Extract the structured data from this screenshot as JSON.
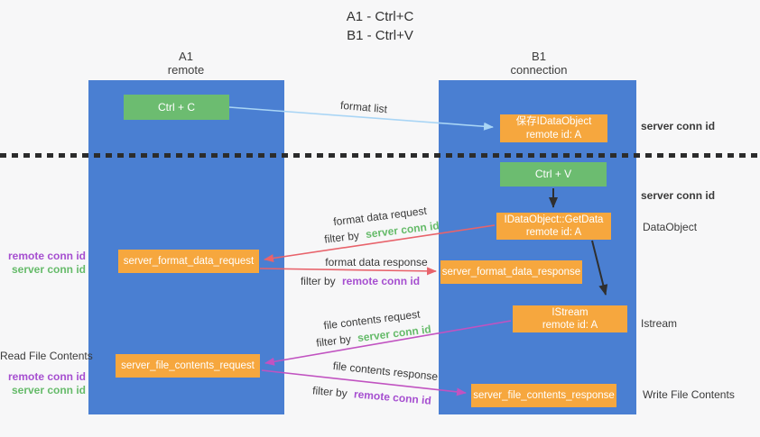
{
  "title": {
    "line1": "A1 - Ctrl+C",
    "line2": "B1 - Ctrl+V"
  },
  "columns": {
    "left": {
      "name": "A1",
      "role": "remote"
    },
    "right": {
      "name": "B1",
      "role": "connection"
    }
  },
  "boxes": {
    "ctrl_c": {
      "label": "Ctrl + C"
    },
    "save_dataobject": {
      "label": "保存IDataObject",
      "sublabel": "remote id: A"
    },
    "ctrl_v": {
      "label": "Ctrl + V"
    },
    "getdata": {
      "label": "IDataObject::GetData",
      "sublabel": "remote id: A"
    },
    "format_request": {
      "label": "server_format_data_request"
    },
    "format_response": {
      "label": "server_format_data_response"
    },
    "istream": {
      "label": "IStream",
      "sublabel": "remote id: A"
    },
    "file_request": {
      "label": "server_file_contents_request"
    },
    "file_response": {
      "label": "server_file_contents_response"
    }
  },
  "flow_labels": {
    "format_list": "format list",
    "format_data_request": "format data request",
    "format_data_response": "format data response",
    "file_contents_request": "file contents request",
    "file_contents_response": "file contents response",
    "filter_by": "filter by",
    "server_conn_id": "server conn id",
    "remote_conn_id": "remote conn id"
  },
  "side_labels": {
    "server_conn_id": "server conn id",
    "remote_conn_id": "remote conn id",
    "read_file_contents": "Read File Contents",
    "write_file_contents": "Write File Contents",
    "dataobject": "DataObject",
    "istream": "Istream"
  },
  "colors": {
    "column_blue": "#4a7fd2",
    "box_green": "#6cbc70",
    "box_orange": "#f6a73e",
    "label_green": "#66bb6a",
    "label_purple": "#a64fd0",
    "arrow_lightblue": "#a9d5f5",
    "arrow_red": "#e8636b",
    "arrow_magenta": "#c153c1",
    "arrow_black": "#2f2f2f",
    "background": "#f7f7f8"
  }
}
